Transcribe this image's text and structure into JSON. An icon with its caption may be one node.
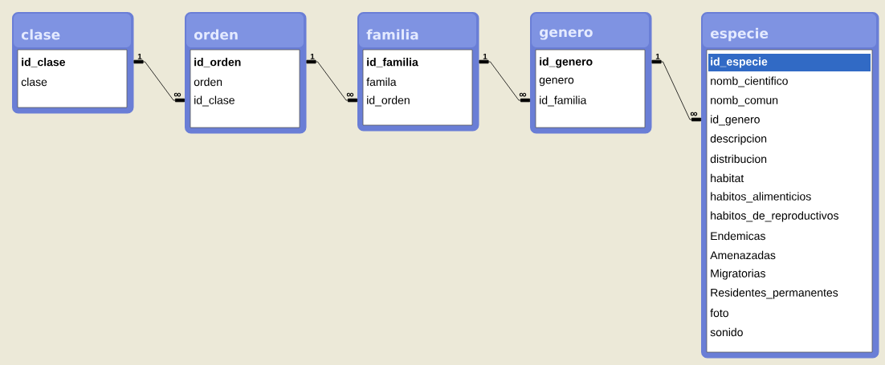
{
  "diagram": {
    "nodes": [
      {
        "text": [
          "clase",
          "id_clase",
          "clase"
        ]
      },
      {
        "text": [
          "orden",
          "id_orden",
          "orden",
          "id_clase"
        ]
      },
      {
        "text": [
          "familia",
          "id_familia",
          "famila",
          "id_orden"
        ]
      },
      {
        "text": [
          "genero",
          "id_genero",
          "genero",
          "id_familia"
        ]
      },
      {
        "text": [
          "especie",
          "id_especie",
          "nomb_cientifico",
          "nomb_comun",
          "id_genero",
          "descripcion",
          "distribucion",
          "habitat",
          "habitos_alimenticios",
          "habitos_de_reproductivos",
          "Endemicas",
          "Amenazadas",
          "Migratorias",
          "Residentes_permanentes",
          "foto",
          "sonido"
        ]
      }
    ],
    "edges": [
      {
        "from": 0,
        "to": 1,
        "arrow": "other"
      },
      {
        "from": 1,
        "to": 2,
        "arrow": "other"
      },
      {
        "from": 2,
        "to": 3,
        "arrow": "other"
      },
      {
        "from": 3,
        "to": 4,
        "arrow": "other"
      }
    ],
    "labels": [
      "1",
      "∞",
      "1",
      "∞",
      "1",
      "∞",
      "1",
      "∞"
    ]
  }
}
